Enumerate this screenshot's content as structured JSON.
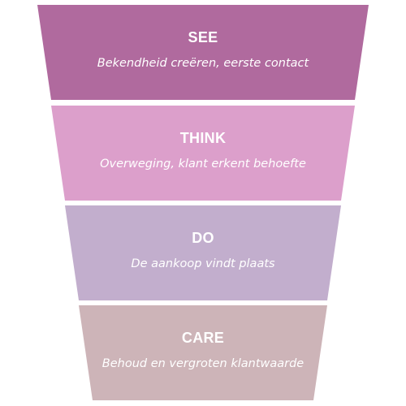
{
  "stages": [
    {
      "title": "SEE",
      "description": "Bekendheid creëren, eerste contact",
      "color": "#b06a9e"
    },
    {
      "title": "THINK",
      "description": "Overweging, klant erkent behoefte",
      "color": "#dc9fcb"
    },
    {
      "title": "DO",
      "description": "De aankoop vindt plaats",
      "color": "#c2aecd"
    },
    {
      "title": "CARE",
      "description": "Behoud en vergroten klantwaarde",
      "color": "#cdb4b8"
    }
  ]
}
